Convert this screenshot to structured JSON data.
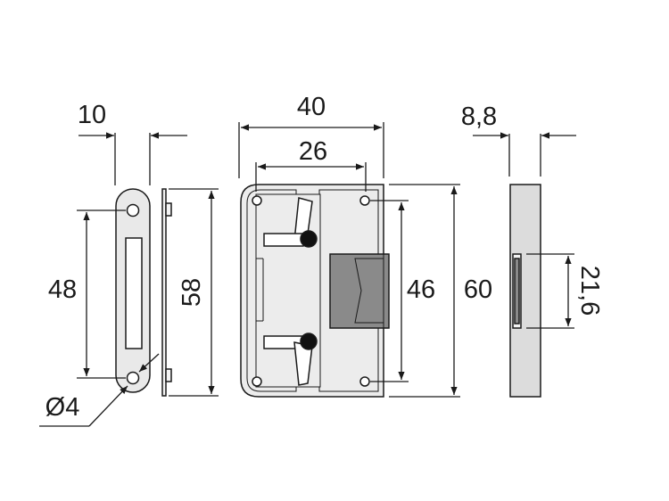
{
  "dimensions": {
    "strike_thickness": "10",
    "strike_hole_spacing": "48",
    "strike_height": "58",
    "hole_diameter": "Ø4",
    "lock_width": "40",
    "lock_inner_width": "26",
    "lock_hole_spacing": "46",
    "lock_height": "60",
    "side_thickness": "8,8",
    "bolt_height": "21,6"
  },
  "colors": {
    "outline": "#1a1a1a",
    "plate_fill": "#e9e9e9",
    "case_fill": "#ececec",
    "side_fill": "#dcdcdc",
    "bolt_fill": "#8a8a8a",
    "bolt_dark": "#6f6f6f",
    "key_hole": "#111111"
  }
}
